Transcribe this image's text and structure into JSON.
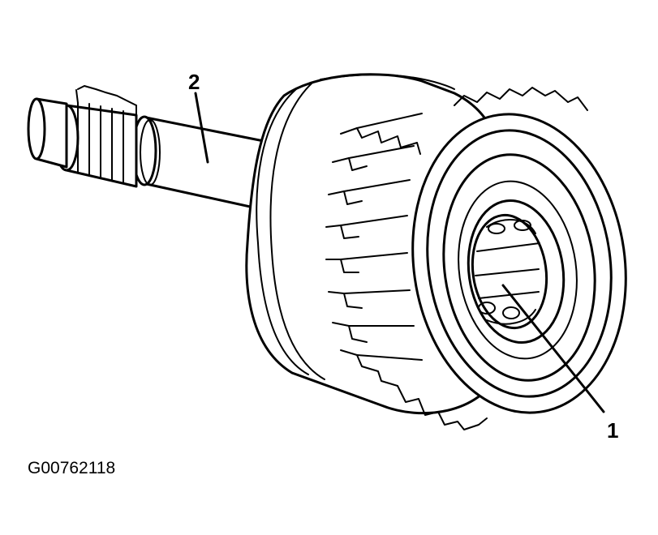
{
  "diagram": {
    "callouts": [
      {
        "id": "1",
        "label": "1"
      },
      {
        "id": "2",
        "label": "2"
      }
    ],
    "figure_id": "G00762118"
  }
}
